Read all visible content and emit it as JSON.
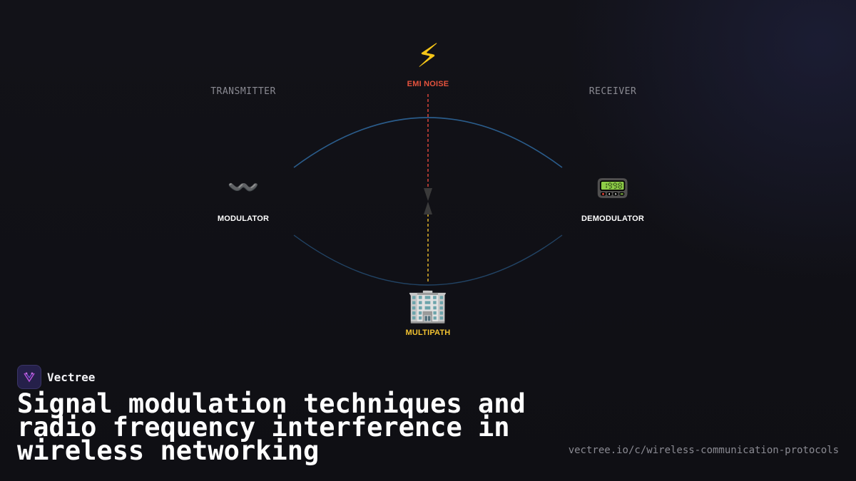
{
  "diagram": {
    "transmitter_caption": "TRANSMITTER",
    "receiver_caption": "RECEIVER",
    "nodes": {
      "modulator": {
        "label": "MODULATOR",
        "icon": "〰️",
        "icon_name": "wave-icon",
        "color": "#ffffff"
      },
      "demodulator": {
        "label": "DEMODULATOR",
        "icon": "📟",
        "icon_name": "pager-icon",
        "color": "#ffffff"
      },
      "emi_noise": {
        "label": "EMI NOISE",
        "icon": "⚡",
        "icon_name": "lightning-icon",
        "color": "#e5533d"
      },
      "multipath": {
        "label": "MULTIPATH",
        "icon": "🏢",
        "icon_name": "office-building-icon",
        "color": "#f2c230"
      }
    },
    "colors": {
      "signal_path": "#2f6aa0",
      "emi_line": "#d9443a",
      "multipath_line": "#e0b32a",
      "arrowhead": "#3a3a3a"
    }
  },
  "brand": {
    "name": "Vectree",
    "logo_icon": "vectree-logo-icon",
    "accent": "#b44fd6"
  },
  "headline": "Signal modulation techniques and radio frequency interference in wireless networking",
  "url": "vectree.io/c/wireless-communication-protocols"
}
